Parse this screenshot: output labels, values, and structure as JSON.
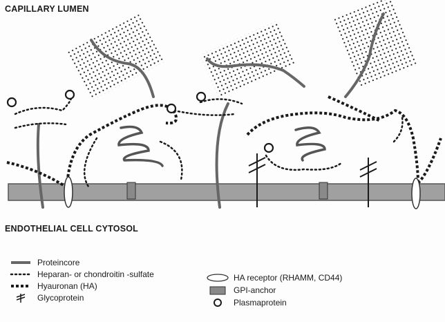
{
  "labels": {
    "top": "CAPILLARY LUMEN",
    "bottom": "ENDOTHELIAL CELL CYTOSOL"
  },
  "legend": {
    "proteincore": "Proteincore",
    "heparan": "Heparan- or chondroitin -sulfate",
    "hyauronan": "Hyauronan (HA)",
    "glycoprotein": "Glycoprotein",
    "ha_receptor": "HA receptor (RHAMM, CD44)",
    "gpi_anchor": "GPI-anchor",
    "plasmaprotein": "Plasmaprotein"
  },
  "colors": {
    "proteincore": "#666666",
    "membrane_fill": "#a0a0a0",
    "ink": "#1a1a1a"
  }
}
